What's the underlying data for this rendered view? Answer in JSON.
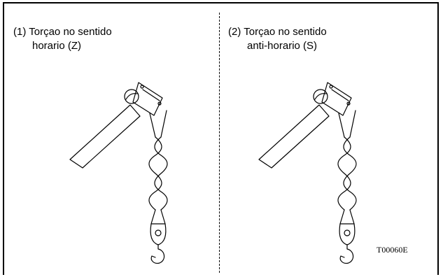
{
  "panels": [
    {
      "number": "(1)",
      "line1": "Torçao no sentido",
      "line2": "horario (Z)"
    },
    {
      "number": "(2)",
      "line1": "Torçao no sentido",
      "line2": "anti-horario (S)"
    }
  ],
  "figure_code": "T00060E"
}
